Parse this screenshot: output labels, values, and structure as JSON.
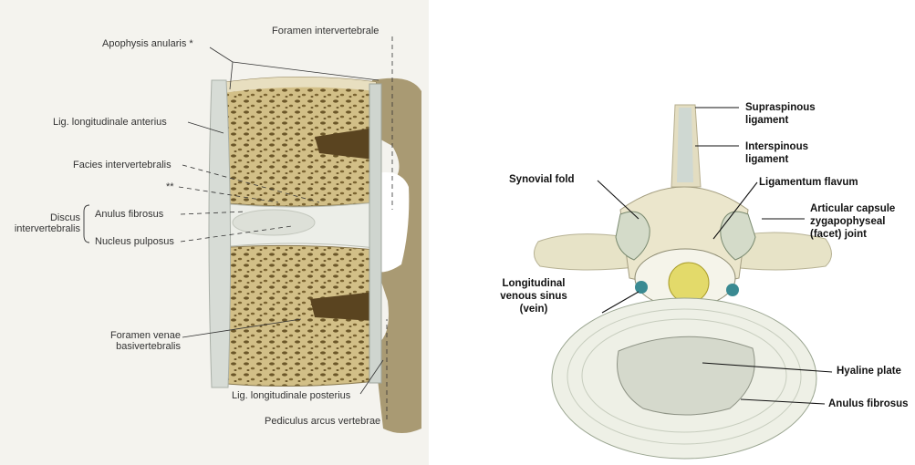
{
  "left": {
    "labels": {
      "apophysis": "Apophysis anularis *",
      "foramen_iv": "Foramen intervertebrale",
      "lig_anterius": "Lig. longitudinale anterius",
      "facies": "Facies intervertebralis",
      "stars": "**",
      "discus_1": "Discus",
      "discus_2": "intervertebralis",
      "anulus": "Anulus fibrosus",
      "nucleus": "Nucleus pulposus",
      "foramen_venae_1": "Foramen venae",
      "foramen_venae_2": "basivertebralis",
      "lig_posterius": "Lig. longitudinale posterius",
      "pediculus": "Pediculus arcus vertebrae"
    }
  },
  "right": {
    "labels": {
      "supraspinous_1": "Supraspinous",
      "supraspinous_2": "ligament",
      "interspinous_1": "Interspinous",
      "interspinous_2": "ligament",
      "synovial": "Synovial fold",
      "flavum": "Ligamentum flavum",
      "articular_1": "Articular capsule",
      "articular_2": "zygapophyseal",
      "articular_3": "(facet) joint",
      "venous_1": "Longitudinal",
      "venous_2": "venous sinus",
      "venous_3": "(vein)",
      "hyaline": "Hyaline plate",
      "anulus": "Anulus fibrosus"
    }
  },
  "colors": {
    "bone": "#cdbb86",
    "bone_dark": "#5f4a22",
    "disc": "#eceee8",
    "ligament": "#c9d2c6",
    "spinal_cord": "#e8e06a",
    "vein": "#3a8a92"
  }
}
